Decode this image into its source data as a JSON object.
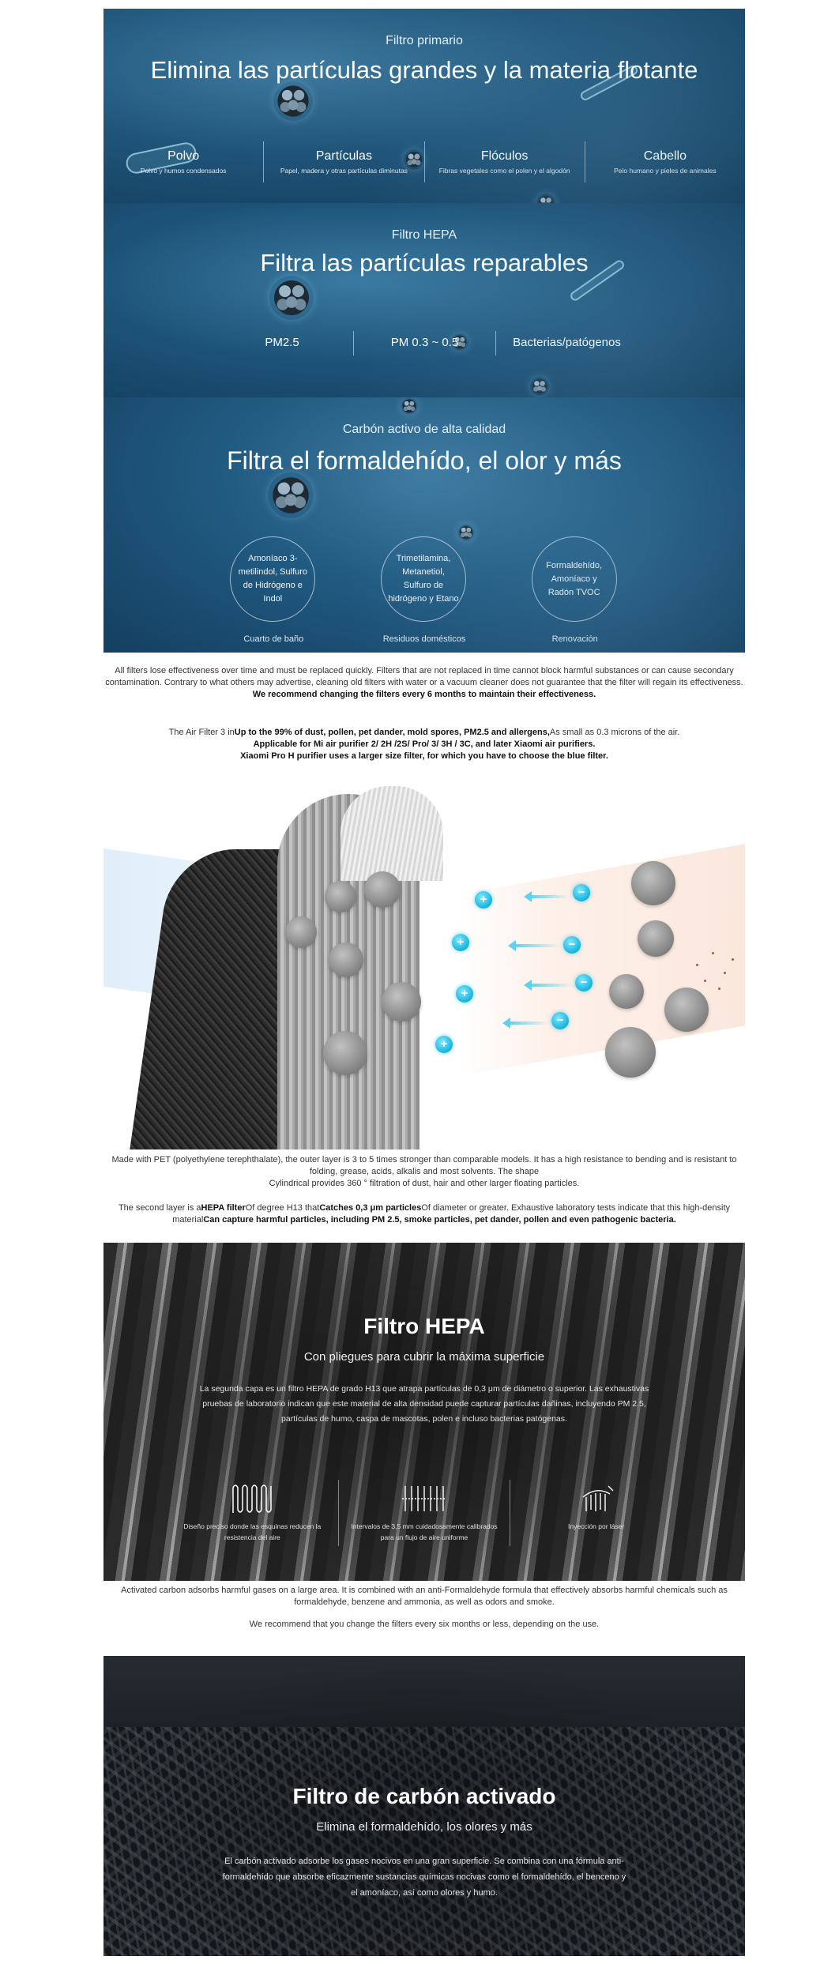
{
  "primary_filter": {
    "eyebrow": "Filtro primario",
    "title": "Elimina las partículas grandes y la materia flotante",
    "items": [
      {
        "label": "Polvo",
        "desc": "Polvo y humos condensados"
      },
      {
        "label": "Partículas",
        "desc": "Papel, madera y otras partículas diminutas"
      },
      {
        "label": "Flóculos",
        "desc": "Fibras vegetales como el polen y el algodón"
      },
      {
        "label": "Cabello",
        "desc": "Pelo humano y pieles de animales"
      }
    ]
  },
  "hepa_filter": {
    "eyebrow": "Filtro HEPA",
    "title": "Filtra las partículas reparables",
    "items": [
      "PM2.5",
      "PM 0.3 ~ 0.5",
      "Bacterias/patógenos"
    ]
  },
  "carbon_filter": {
    "eyebrow": "Carbón activo de alta calidad",
    "title": "Filtra el formaldehído, el olor y más",
    "items": [
      {
        "text": "Amoníaco 3-metilindol, Sulfuro de Hidrógeno e Indol",
        "caption": "Cuarto de baño"
      },
      {
        "text": "Trimetilamina, Metanetiol, Sulfuro de hidrógeno y Etano",
        "caption": "Residuos domésticos"
      },
      {
        "text": "Formaldehído, Amoníaco y Radón TVOC",
        "caption": "Renovación"
      }
    ]
  },
  "text1": {
    "p1": "All filters lose effectiveness over time and must be replaced quickly. Filters that are not replaced in time cannot block harmful substances or can cause secondary contamination. Contrary to what others may advertise, cleaning old filters with water or a vacuum cleaner does not guarantee that the filter will regain its effectiveness.",
    "p1_bold": "We recommend changing the filters every 6 months to maintain their effectiveness.",
    "p2_a": "The Air Filter 3 in",
    "p2_b": "Up to the 99% of dust, pollen, pet dander, mold spores, PM2.5 and allergens,",
    "p2_c": "As small as 0.3 microns of the air.",
    "p2_bold2": "Applicable for Mi air purifier 2/ 2H /2S/ Pro/ 3/ 3H / 3C, and later Xiaomi air purifiers.",
    "p2_bold3": "Xiaomi Pro H purifier uses a larger size filter, for which you have to choose the blue filter."
  },
  "illustration": {
    "plus": "+",
    "minus": "−"
  },
  "text2": {
    "p1": "Made with PET (polyethylene terephthalate), the outer layer is 3 to 5 times stronger than comparable models. It has a high resistance to bending and is resistant to folding, grease, acids, alkalis and most solvents. The shape",
    "p1b": "Cylindrical provides 360 ° filtration of dust, hair and other larger floating particles.",
    "p2_a": "The second layer is a",
    "p2_b": "HEPA filter",
    "p2_c": "Of degree H13 that",
    "p2_d": "Catches 0,3 μm particles",
    "p2_e": "Of diameter or greater. Exhaustive laboratory tests indicate that this high-density material",
    "p2_f": "Can capture harmful particles, including PM 2.5, smoke particles, pet dander, pollen and even pathogenic bacteria."
  },
  "hepa_panel": {
    "title": "Filtro HEPA",
    "subtitle": "Con pliegues para cubrir la máxima superficie",
    "body": "La segunda capa es un filtro HEPA de grado H13 que atrapa partículas de 0,3 μm de diámetro o superior. Las exhaustivas pruebas de laboratorio indican que este material de alta densidad puede capturar partículas dañinas, incluyendo PM 2.5, partículas de humo, caspa de mascotas, polen e incluso bacterias patógenas.",
    "features": [
      {
        "icon": "pleat-icon",
        "caption": "Diseño preciso donde las esquinas reducen la resistencia del aire"
      },
      {
        "icon": "spacing-icon",
        "caption": "Intervalos de 3,5 mm cuidadosamente calibrados para un flujo de aire uniforme"
      },
      {
        "icon": "laser-icon",
        "caption": "Inyección por láser"
      }
    ]
  },
  "text3": {
    "p1": "Activated carbon adsorbs harmful gases on a large area. It is combined with an anti-Formaldehyde formula that effectively absorbs harmful chemicals such as formaldehyde, benzene and ammonia, as well as odors and smoke.",
    "p2": "We recommend that you change the filters every six months or less, depending on the use."
  },
  "carbon_panel": {
    "title": "Filtro de carbón activado",
    "subtitle": "Elimina el formaldehído, los olores y más",
    "body": "El carbón activado adsorbe los gases nocivos en una gran superficie. Se combina con una fórmula anti-formaldehído que absorbe eficazmente sustancias químicas nocivas como el formaldehído, el benceno y el amoníaco, así como olores y humo."
  }
}
